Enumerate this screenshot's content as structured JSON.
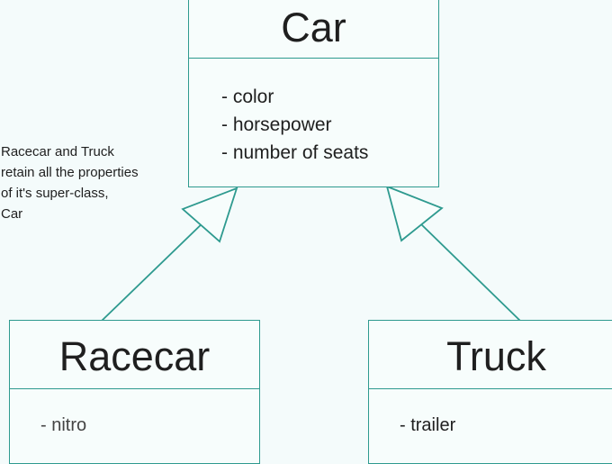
{
  "superclass": {
    "name": "Car",
    "attributes": [
      "- color",
      "- horsepower",
      "- number of seats"
    ]
  },
  "subclasses": [
    {
      "name": "Racecar",
      "attributes": [
        "- nitro"
      ]
    },
    {
      "name": "Truck",
      "attributes": [
        "- trailer"
      ]
    }
  ],
  "annotation": {
    "lines": [
      "Racecar and Truck",
      "retain all the properties",
      "of it's super-class,",
      "Car"
    ]
  },
  "colors": {
    "line": "#2e9a8f",
    "box_fill": "#f7fdfc",
    "background": "#f4fbfb",
    "text": "#1f1f1f"
  }
}
